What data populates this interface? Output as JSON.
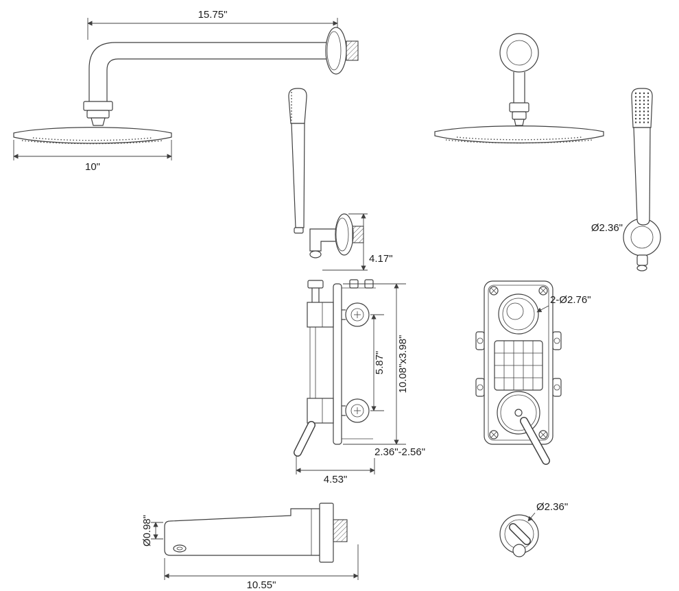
{
  "page": {
    "background": "#ffffff",
    "line_color": "#3f3f3f"
  },
  "diagram": {
    "dims": {
      "arm_length": "15.75\"",
      "head_diameter": "10\"",
      "handheld_bracket_height": "4.17\"",
      "handheld_flange_diameter": "Ø2.36\"",
      "valve_mounting_holes": "2-Ø2.76\"",
      "valve_port_spacing": "5.87\"",
      "valve_plate_size": "10.08\"x3.98\"",
      "valve_wall_depth": "2.36\"-2.56\"",
      "valve_body_width": "4.53\"",
      "spout_outlet_diameter": "Ø0.98\"",
      "spout_length": "10.55\"",
      "bracket_diameter": "Ø2.36\""
    }
  }
}
